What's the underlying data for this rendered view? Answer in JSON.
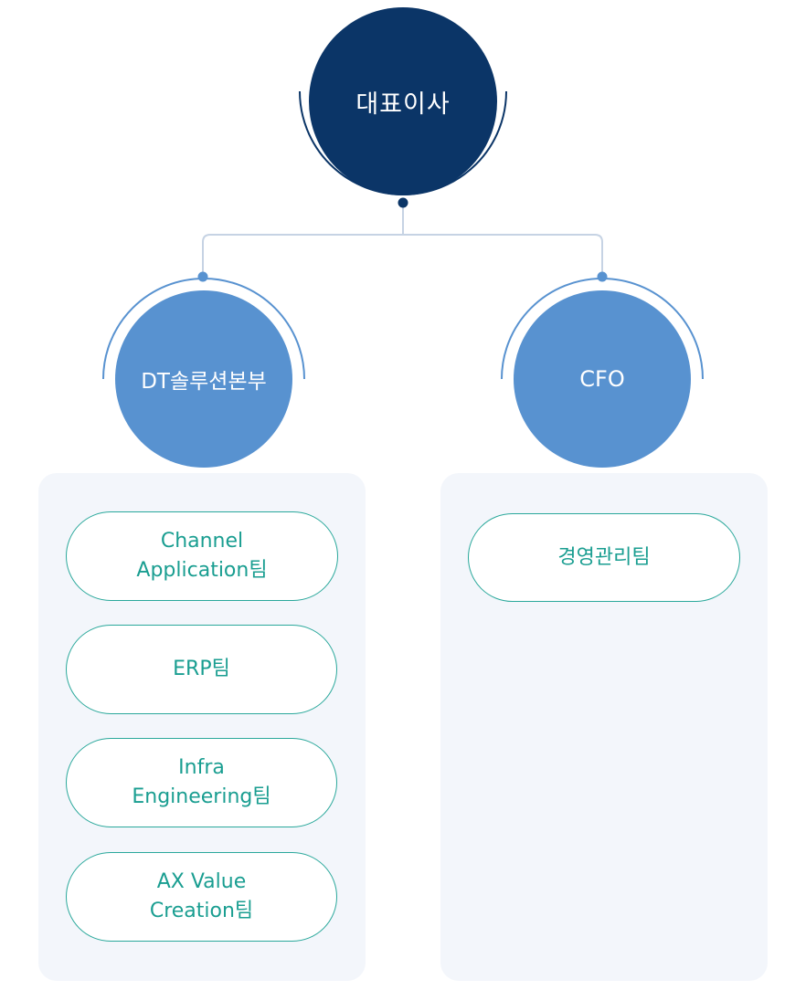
{
  "ceo": {
    "label": "대표이사"
  },
  "divisions": [
    {
      "label": "DT솔루션본부"
    },
    {
      "label": "CFO"
    }
  ],
  "teams_dt": [
    {
      "label": "Channel\nApplication팀"
    },
    {
      "label": "ERP팀"
    },
    {
      "label": "Infra\nEngineering팀"
    },
    {
      "label": "AX Value\nCreation팀"
    }
  ],
  "teams_cfo": [
    {
      "label": "경영관리팀"
    }
  ],
  "colors": {
    "ceo_fill": "#0b3567",
    "division_fill": "#5892d0",
    "team_border": "#2aa89b",
    "team_text": "#1a9e91",
    "connector": "#c6d3e4",
    "panel_bg": "#f3f6fb"
  }
}
